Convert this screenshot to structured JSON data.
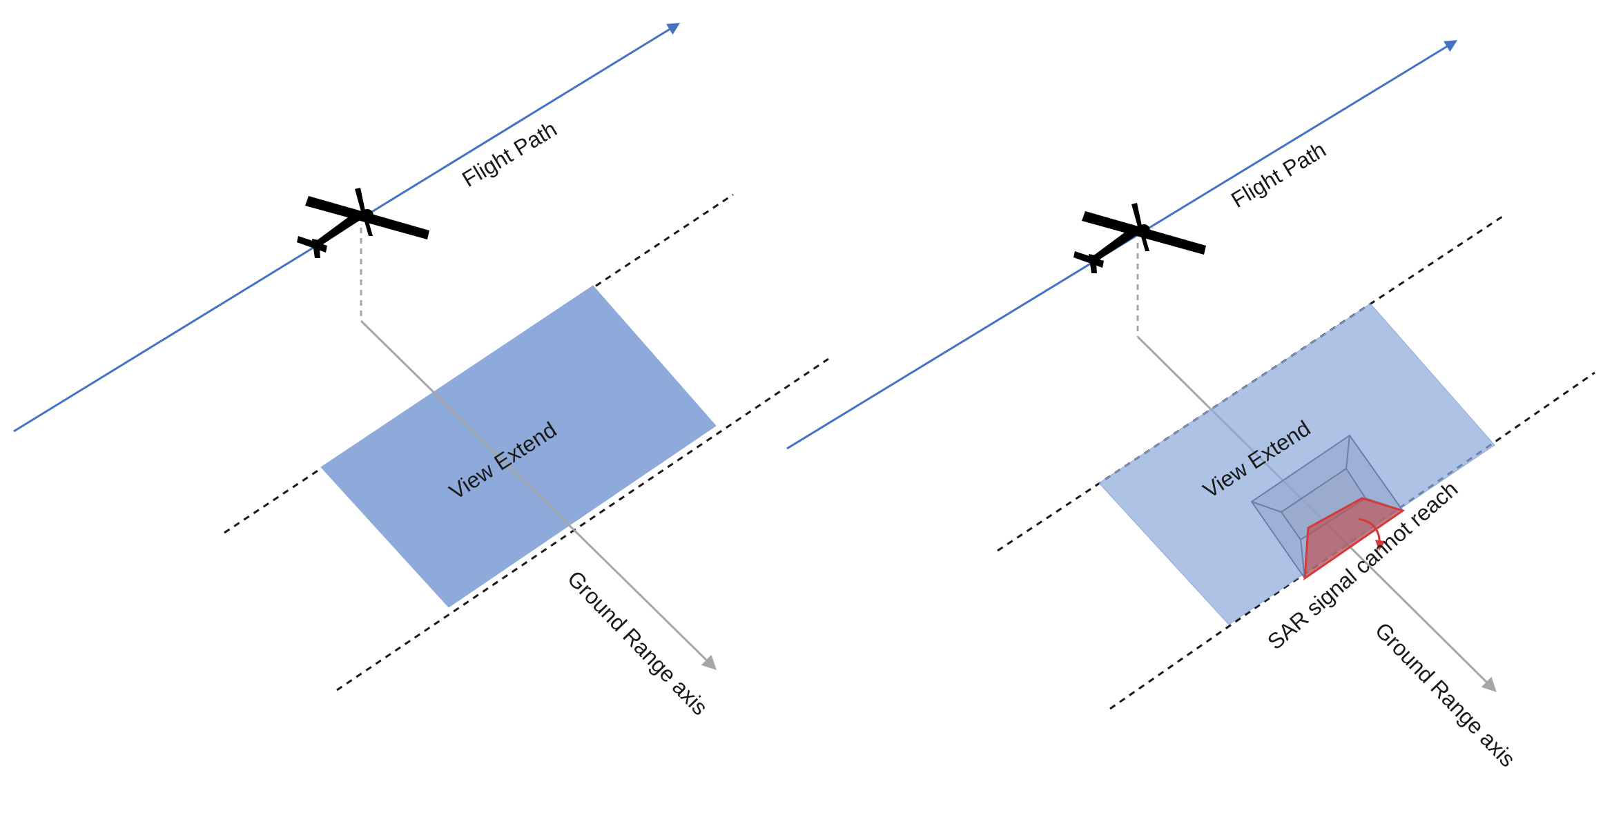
{
  "colors": {
    "flight_path": "#4472c4",
    "view_fill_left": "#8eaadb",
    "view_fill_right": "#a9bde6",
    "axis": "#a6a6a6",
    "swath_line": "#1a1a1a",
    "shadow": "#d43a3a",
    "aircraft": "#000000"
  },
  "left_panel": {
    "flight_path_label": "Flight Path",
    "view_label": "View Extend",
    "ground_range_label": "Ground Range axis"
  },
  "right_panel": {
    "flight_path_label": "Flight Path",
    "view_label": "View Extend",
    "ground_range_label": "Ground Range axis",
    "shadow_label": "SAR signal cannot reach"
  },
  "icons": [
    "aircraft-icon",
    "arrowhead-icon",
    "building-icon"
  ]
}
